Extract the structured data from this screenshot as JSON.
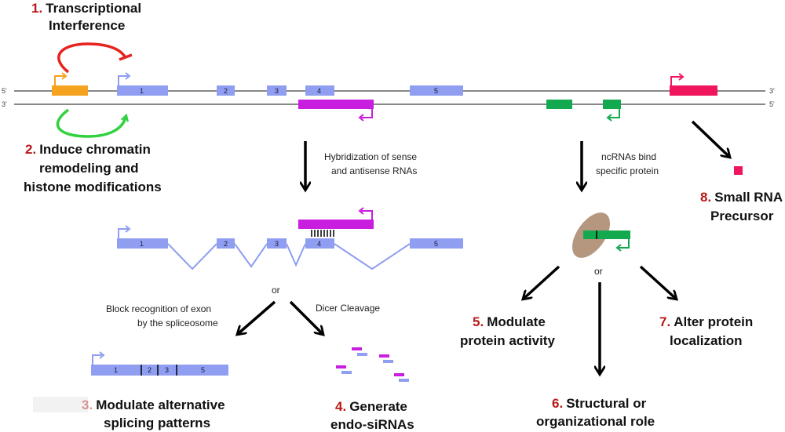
{
  "colors": {
    "exon": "#8f9ef0",
    "promoter_exon": "#f5a21e",
    "repress_arrow": "#e8231e",
    "activate_arrow": "#31d23e",
    "antisense": "#c91de0",
    "ncrna": "#12a94f",
    "small_rna": "#f0165e",
    "protein": "#a88468",
    "number": "#b81818"
  },
  "strands": {
    "top_left": "5'",
    "top_right": "3'",
    "bottom_left": "3'",
    "bottom_right": "5'"
  },
  "exons": {
    "e1": "1",
    "e2": "2",
    "e3": "3",
    "e4": "4",
    "e5": "5"
  },
  "labels": {
    "l1": {
      "num": "1.",
      "line1": "Transcriptional",
      "line2": "Interference"
    },
    "l2": {
      "num": "2.",
      "line1": "Induce chromatin",
      "line2": "remodeling and",
      "line3": "histone modifications"
    },
    "l3": {
      "num": "3.",
      "line1": "Modulate alternative",
      "line2": "splicing patterns"
    },
    "l4": {
      "num": "4.",
      "line1": "Generate",
      "line2": "endo-siRNAs"
    },
    "l5": {
      "num": "5.",
      "line1": "Modulate",
      "line2": "protein activity"
    },
    "l6": {
      "num": "6.",
      "line1": "Structural or",
      "line2": "organizational role"
    },
    "l7": {
      "num": "7.",
      "line1": "Alter protein",
      "line2": "localization"
    },
    "l8": {
      "num": "8.",
      "line1": "Small RNA",
      "line2": "Precursor"
    }
  },
  "annotations": {
    "hybrid_line1": "Hybridization of sense",
    "hybrid_line2": "and antisense RNAs",
    "ncrna_line1": "ncRNAs bind",
    "ncrna_line2": "specific protein",
    "or_left": "or",
    "or_right": "or",
    "block_line1": "Block recognition of exon",
    "block_line2": "by the spliceosome",
    "dicer": "Dicer Cleavage"
  }
}
